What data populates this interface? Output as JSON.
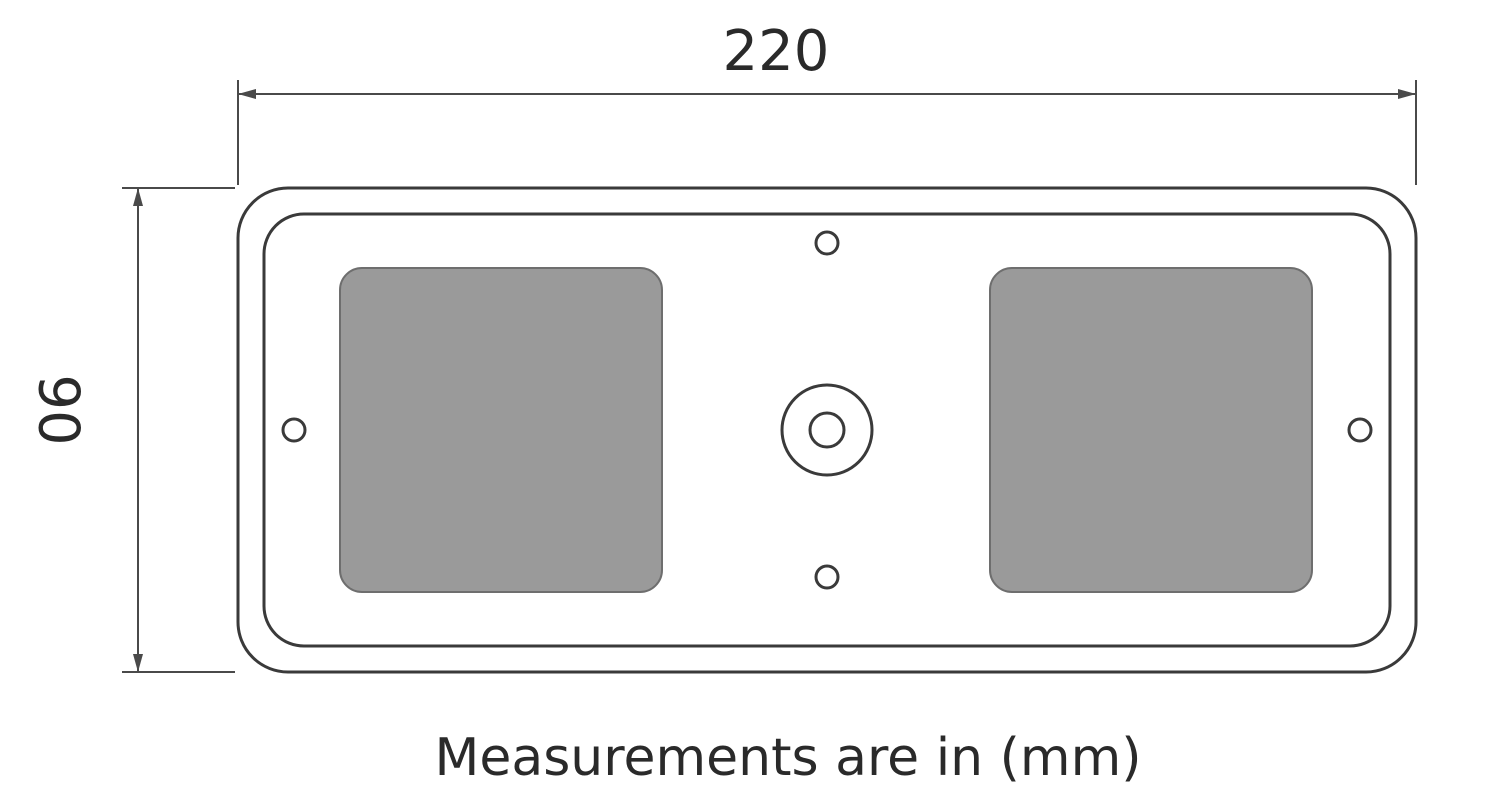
{
  "dimensions": {
    "width_label": "220",
    "height_label": "90"
  },
  "caption": "Measurements are in (mm)",
  "colors": {
    "outline": "#3a3a3a",
    "lens_fill": "#9a9a9a",
    "dim_line": "#4a4a4a",
    "text": "#2a2a2a"
  }
}
